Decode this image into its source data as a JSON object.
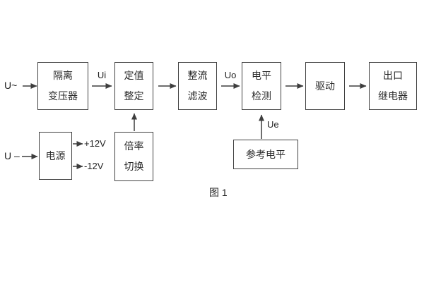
{
  "figure": {
    "caption": "图 1",
    "inputs": {
      "ac_label": "U~",
      "dc_label": "U –"
    },
    "signal_labels": {
      "ui": "Ui",
      "uo": "Uo",
      "ue": "Ue",
      "plus12": "+12V",
      "minus12": "-12V"
    },
    "blocks": {
      "isolation_transformer": {
        "line1": "隔离",
        "line2": "变压器"
      },
      "setting_adjust": {
        "line1": "定值",
        "line2": "整定"
      },
      "rectifier_filter": {
        "line1": "整流",
        "line2": "滤波"
      },
      "level_detection": {
        "line1": "电平",
        "line2": "检测"
      },
      "drive": {
        "line1": "驱动"
      },
      "output_relay": {
        "line1": "出口",
        "line2": "继电器"
      },
      "power_supply": {
        "line1": "电源"
      },
      "ratio_switch": {
        "line1": "倍率",
        "line2": "切换"
      },
      "reference_level": {
        "line1": "参考电平"
      }
    }
  },
  "colors": {
    "line": "#3e3e3e",
    "text": "#2b2b2b",
    "background": "#ffffff"
  }
}
